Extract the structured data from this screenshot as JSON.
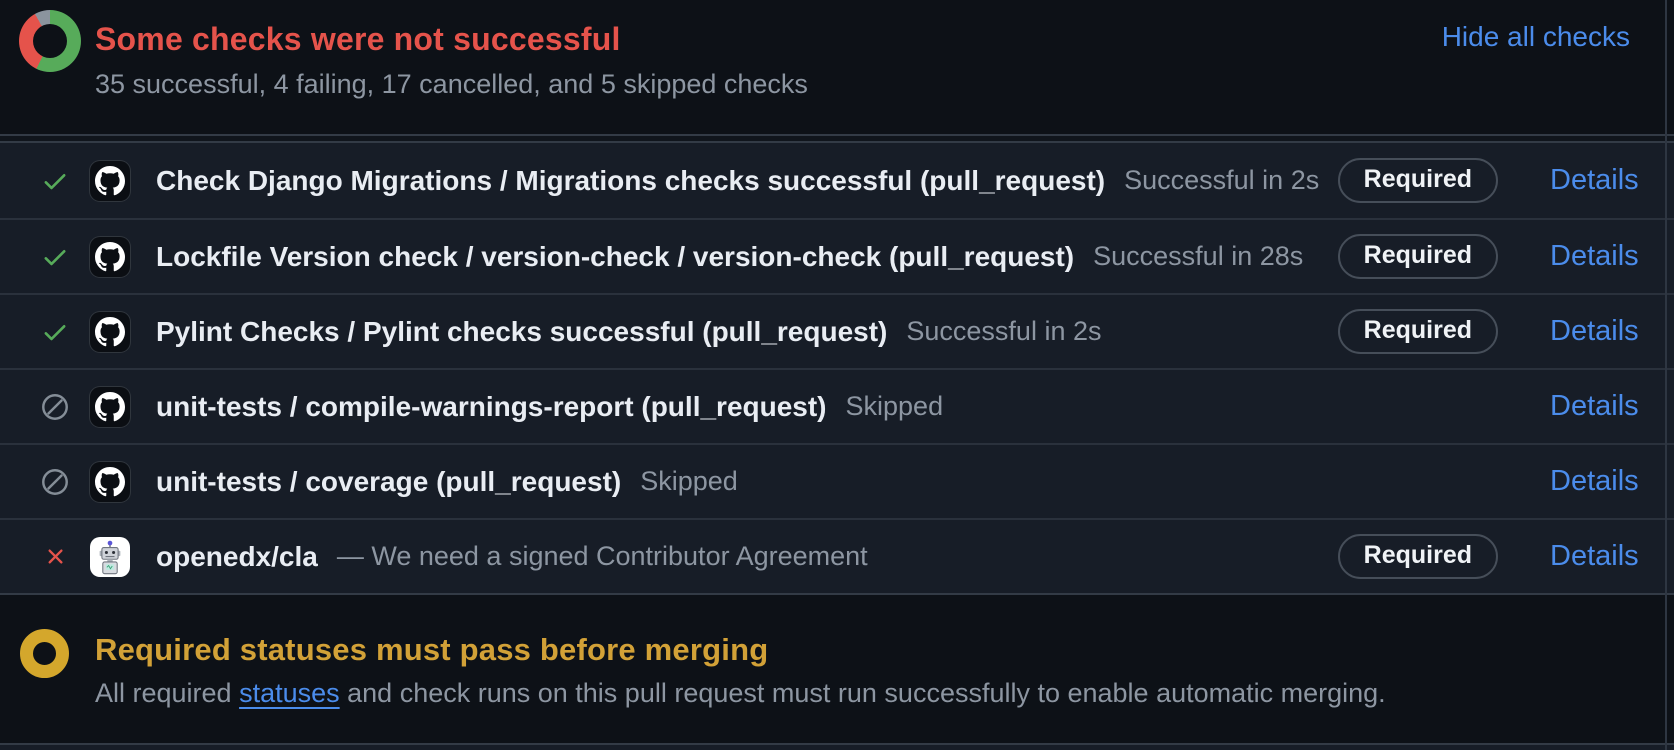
{
  "header": {
    "title": "Some checks were not successful",
    "summary": "35 successful, 4 failing, 17 cancelled, and 5 skipped checks",
    "hide_link": "Hide all checks",
    "donut_segments": [
      {
        "name": "successful",
        "color": "#57ab5a",
        "sweep_deg": 206
      },
      {
        "name": "failing-cancelled",
        "color": "#e5534b",
        "sweep_deg": 125
      },
      {
        "name": "skipped",
        "color": "#8b949e",
        "sweep_deg": 29
      }
    ]
  },
  "labels": {
    "required": "Required",
    "details": "Details"
  },
  "checks": [
    {
      "status": "success",
      "name": "Check Django Migrations / Migrations checks successful (pull_request)",
      "status_text": "Successful in 2s",
      "required": true
    },
    {
      "status": "success",
      "name": "Lockfile Version check / version-check / version-check (pull_request)",
      "status_text": "Successful in 28s",
      "required": true
    },
    {
      "status": "success",
      "name": "Pylint Checks / Pylint checks successful (pull_request)",
      "status_text": "Successful in 2s",
      "required": true
    },
    {
      "status": "skipped",
      "name": "unit-tests / compile-warnings-report (pull_request)",
      "status_text": "Skipped",
      "required": false
    },
    {
      "status": "skipped",
      "name": "unit-tests / coverage (pull_request)",
      "status_text": "Skipped",
      "required": false
    },
    {
      "status": "failed",
      "name": "openedx/cla",
      "status_text": "— We need a signed Contributor Agreement",
      "required": true
    }
  ],
  "merge_status": {
    "title": "Required statuses must pass before merging",
    "body_prefix": "All required ",
    "link_text": "statuses",
    "body_suffix": " and check runs on this pull request must run successfully to enable automatic merging."
  },
  "colors": {
    "page_bg": "#0d1117",
    "row_bg": "#171d27",
    "border": "#333b46",
    "danger": "#e5534b",
    "success": "#57ab5a",
    "attention": "#d4a72c",
    "link": "#4b8ceb",
    "muted_text": "#8d96a2",
    "text": "#e9edf3"
  }
}
